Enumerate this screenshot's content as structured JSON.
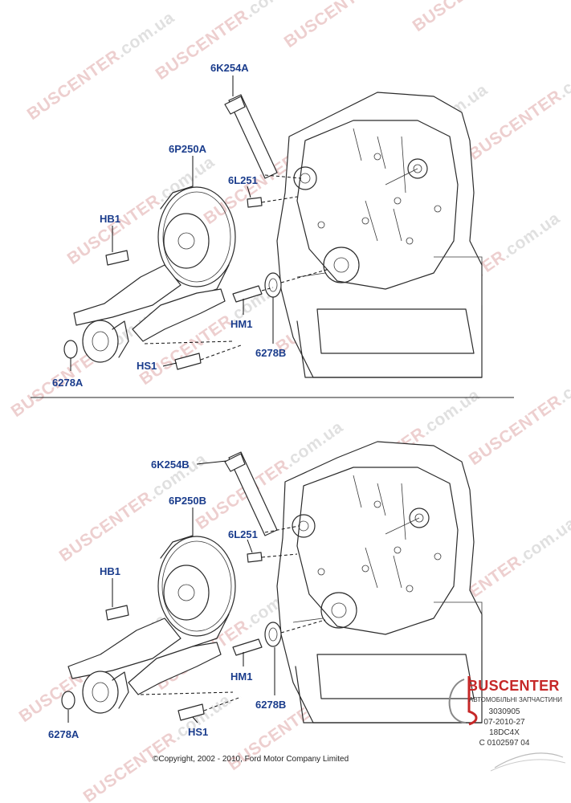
{
  "top_diagram": {
    "callouts": [
      "6K254A",
      "6P250A",
      "6L251",
      "HB1",
      "HM1",
      "6278B",
      "HS1",
      "6278A"
    ]
  },
  "bottom_diagram": {
    "callouts": [
      "6K254B",
      "6P250B",
      "6L251",
      "HB1",
      "HM1",
      "6278B",
      "6278A",
      "HS1"
    ]
  },
  "watermark": {
    "text_main": "BUSCENTER",
    "text_domain": ".com.ua"
  },
  "logo": {
    "brand": "BUSCENTER",
    "tagline": "АВТОМОБІЛЬНІ ЗАПЧАСТИНИ",
    "ref_lines": [
      "3030905",
      "07-2010-27",
      "18DC4X",
      "C 0102597 04"
    ]
  },
  "copyright": "©Copyright, 2002 - 2010, Ford Motor Company Limited",
  "colors": {
    "callout_blue": "#1a3c8c",
    "brand_red": "#c62828"
  }
}
